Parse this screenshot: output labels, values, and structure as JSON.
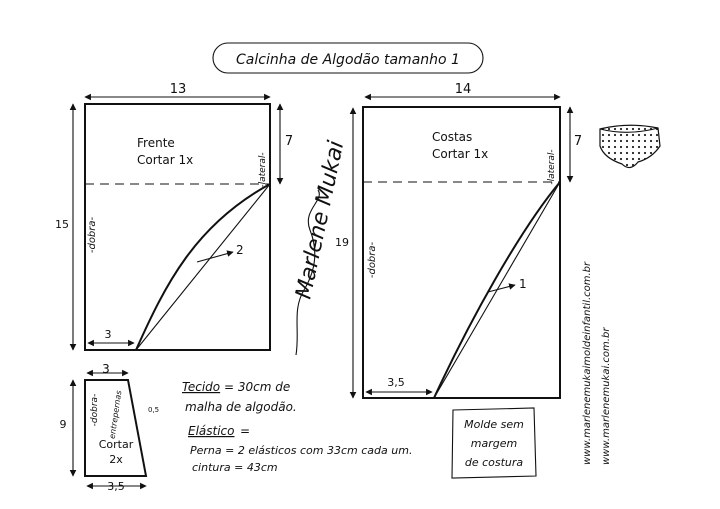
{
  "title": "Calcinha de Algodão tamanho 1",
  "front": {
    "name": "Frente",
    "cut": "Cortar 1x",
    "width": "13",
    "side_height": "7",
    "height": "15",
    "curve_depth": "2",
    "crotch_width": "3",
    "fold_label": "-dobra-",
    "side_label": "-lateral-"
  },
  "back": {
    "name": "Costas",
    "cut": "Cortar 1x",
    "width": "14",
    "side_height": "7",
    "height": "19",
    "curve_depth": "1",
    "crotch_width": "3,5",
    "fold_label": "-dobra-",
    "side_label": "-lateral-"
  },
  "gusset": {
    "label_line1": "Cortar",
    "label_line2": "2x",
    "top_width": "3",
    "bottom_width": "3,5",
    "height": "9",
    "fold_label": "-dobra-",
    "between_label": "entrepernas",
    "offset": "0,5"
  },
  "materials": {
    "fabric_label": "Tecido",
    "fabric_value": "= 30cm de",
    "fabric_value2": "malha de algodão.",
    "elastic_label": "Elástico",
    "elastic_suffix": "=",
    "leg": "Perna = 2 elásticos com 33cm cada um.",
    "waist": "cintura = 43cm"
  },
  "note": {
    "line1": "Molde sem",
    "line2": "margem",
    "line3": "de costura"
  },
  "signature": "Marlene Mukai",
  "credits": {
    "url1": "www.marlenemukaimoldeinfantil.com.br",
    "url2": "www.marlenemukai.com.br"
  }
}
